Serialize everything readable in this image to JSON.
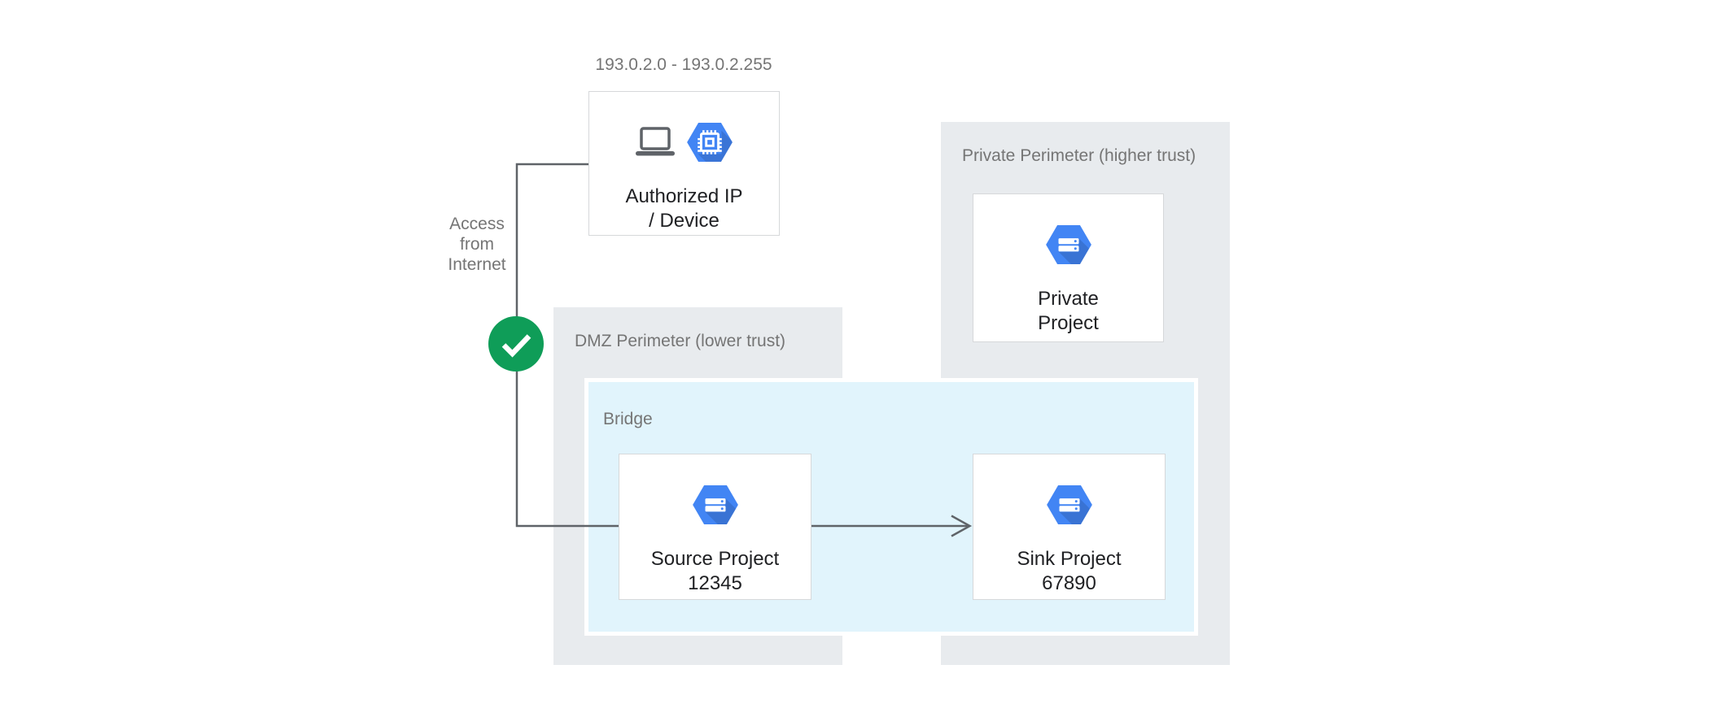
{
  "diagram": {
    "ip_range_label": "193.0.2.0 - 193.0.2.255",
    "access_label": {
      "line1": "Access",
      "line2": "from",
      "line3": "Internet"
    },
    "authorized_node": {
      "line1": "Authorized IP",
      "line2": "/ Device"
    },
    "dmz_perimeter": {
      "label": "DMZ Perimeter (lower trust)"
    },
    "private_perimeter": {
      "label": "Private Perimeter (higher trust)"
    },
    "bridge": {
      "label": "Bridge"
    },
    "source_node": {
      "line1": "Source Project",
      "line2": "12345"
    },
    "sink_node": {
      "line1": "Sink Project",
      "line2": "67890"
    },
    "private_node": {
      "line1": "Private",
      "line2": "Project"
    },
    "icons": {
      "laptop": "laptop-icon",
      "chip_hexagon": "gcp-chip-hexagon-icon",
      "project_hexagon": "gcp-project-hexagon-icon",
      "check": "check-circle-icon",
      "arrow": "right-arrow"
    },
    "colors": {
      "hexagon_blue": "#4285F4",
      "check_green": "#0F9D58",
      "perimeter_gray": "#E8EBEE",
      "bridge_blue": "#E1F4FC",
      "connector_gray": "#5F6368",
      "label_gray": "#757575",
      "text_dark": "#202124"
    }
  }
}
